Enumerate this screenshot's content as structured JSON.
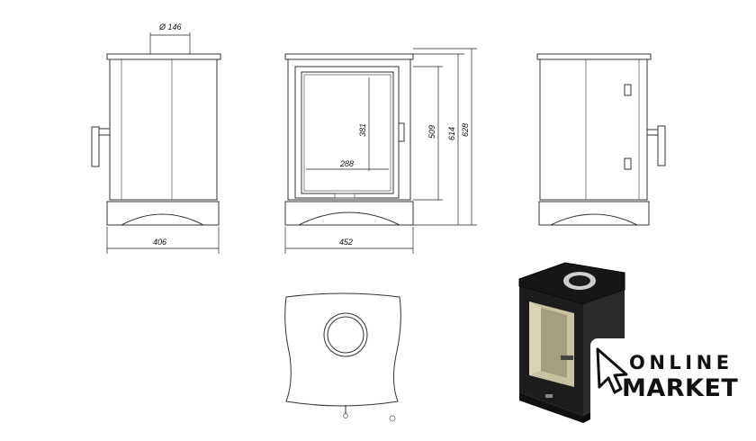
{
  "dimensions": {
    "flue_diameter": "Ø 146",
    "side_width": "406",
    "front_width": "452",
    "glass_height": "381",
    "glass_width": "288",
    "door_height": "509",
    "body_height": "614",
    "total_height": "628"
  },
  "logo": {
    "word1": "ONLINE",
    "word2": "MARKET"
  },
  "colors": {
    "line": "#333333",
    "stove_body": "#1a1a1a",
    "glass": "#c8c2a0"
  }
}
